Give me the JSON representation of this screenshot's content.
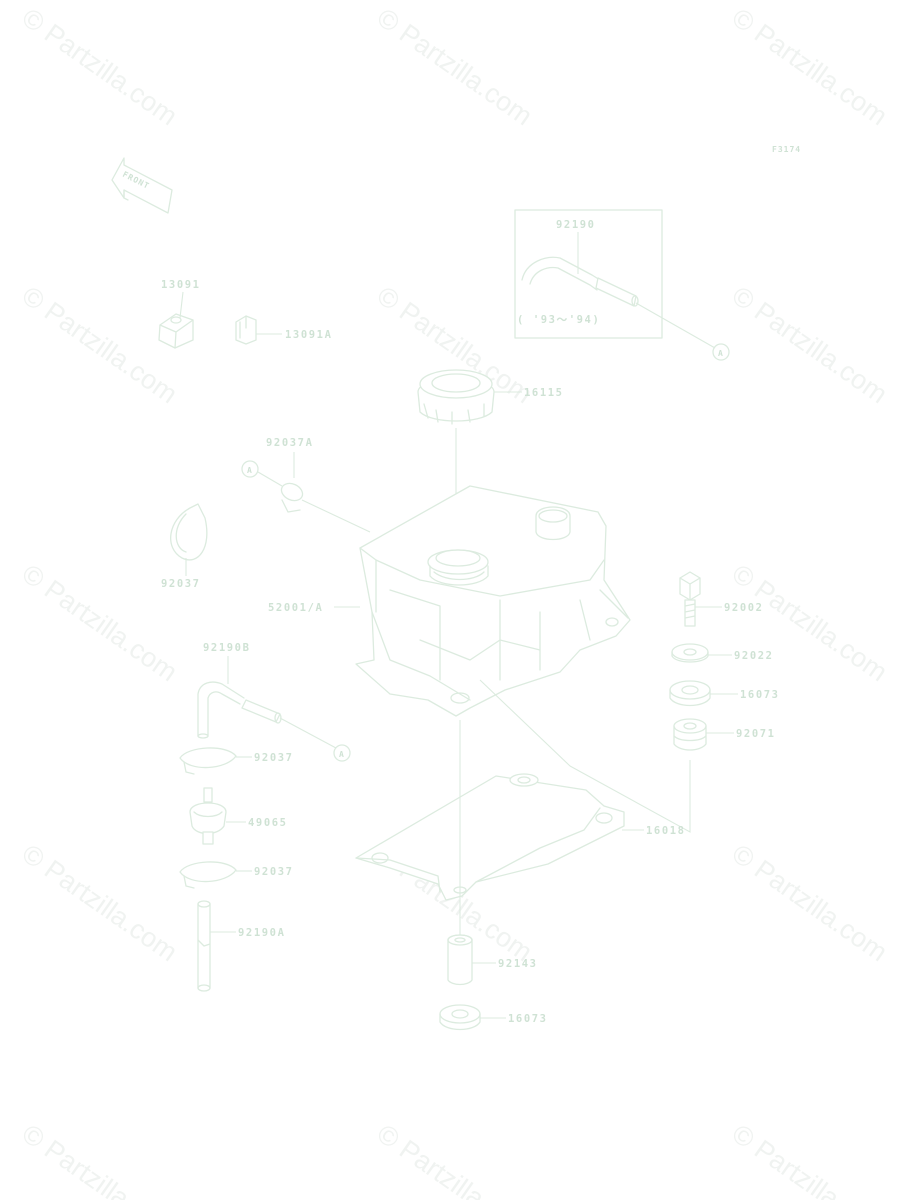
{
  "figure_code": "F3174",
  "front_label": "FRONT",
  "watermark": "© Partzilla.com",
  "parts": {
    "p13091": "13091",
    "p13091A": "13091A",
    "p92190": "92190",
    "p92190_note": "( '93～'94)",
    "p16115": "16115",
    "p92037A": "92037A",
    "p92037_left": "92037",
    "p52001A": "52001/A",
    "p92002": "92002",
    "p92022": "92022",
    "p16073_right": "16073",
    "p92071": "92071",
    "p92190B": "92190B",
    "p92037_a": "92037",
    "p49065": "49065",
    "p92037_b": "92037",
    "p92190A": "92190A",
    "p16018": "16018",
    "p92143": "92143",
    "p16073_bottom": "16073"
  },
  "callout_letters": [
    "A",
    "A",
    "A"
  ]
}
